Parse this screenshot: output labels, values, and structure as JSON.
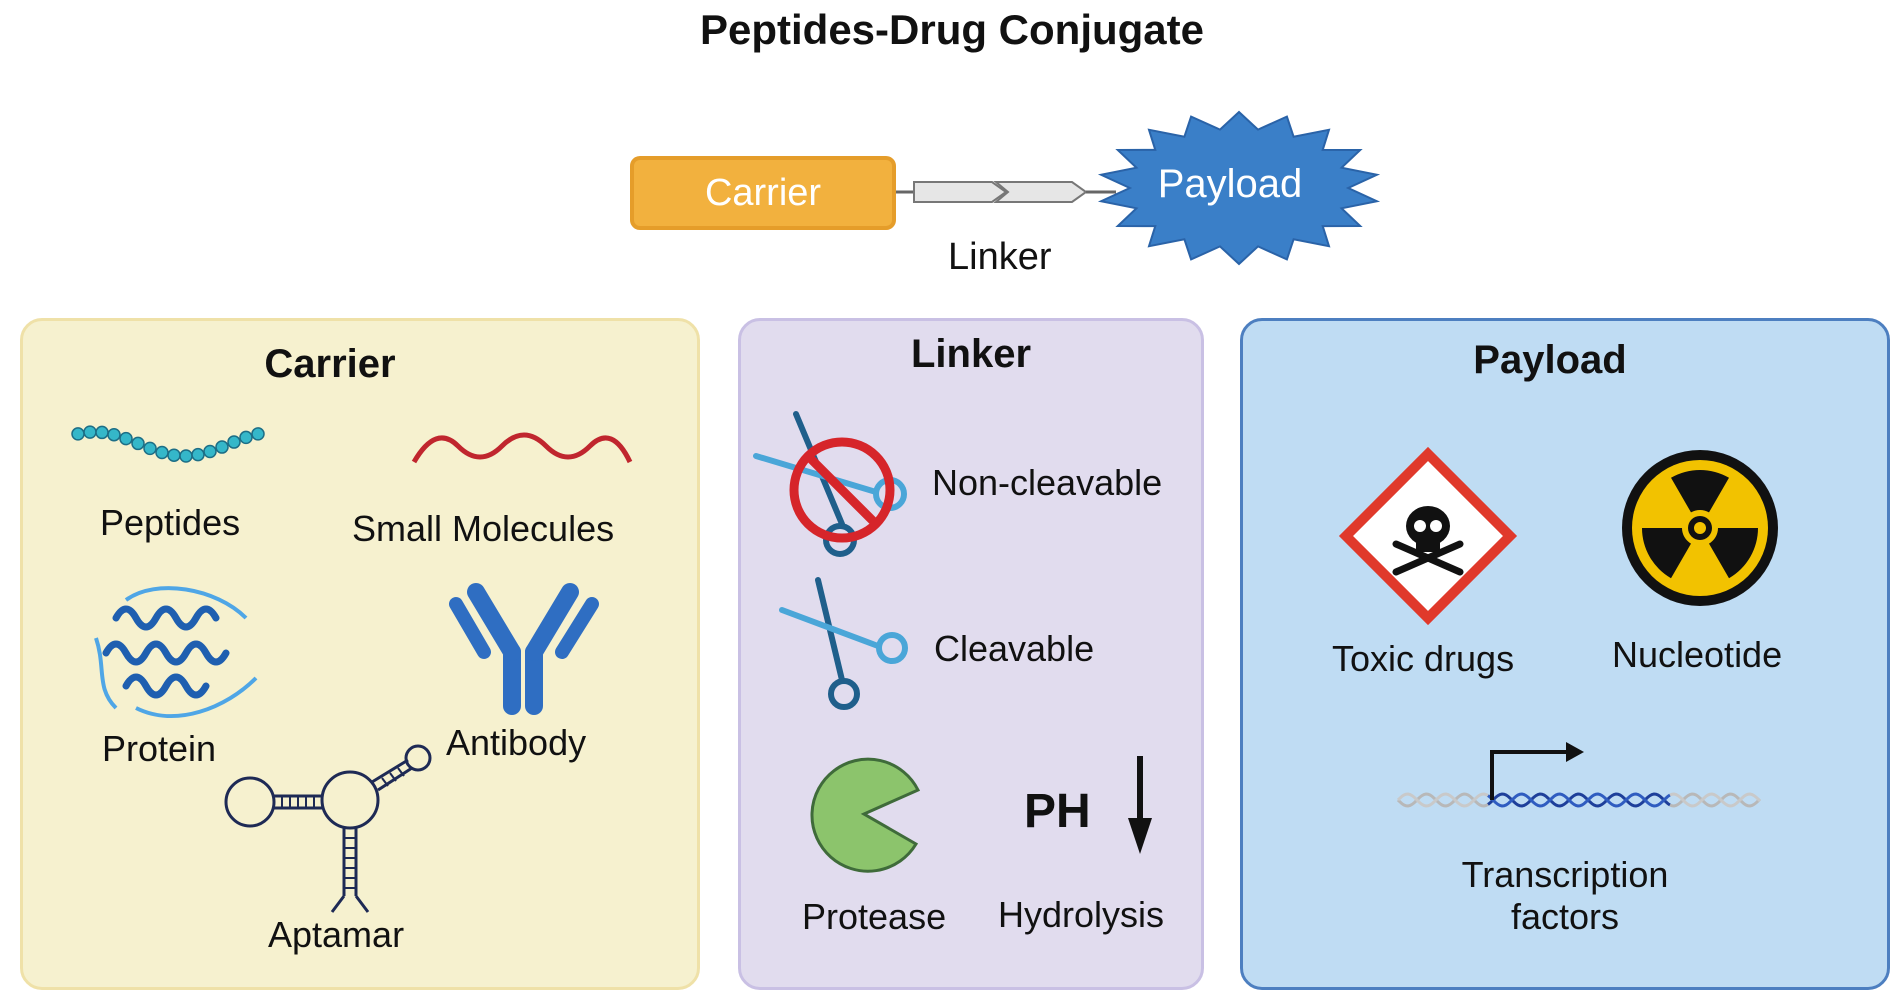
{
  "title": "Peptides-Drug Conjugate",
  "schema": {
    "carrier": "Carrier",
    "linker": "Linker",
    "payload": "Payload"
  },
  "panels": {
    "carrier": {
      "title": "Carrier",
      "items": [
        "Peptides",
        "Small Molecules",
        "Protein",
        "Antibody",
        "Aptamar"
      ]
    },
    "linker": {
      "title": "Linker",
      "items": [
        "Non-cleavable",
        "Cleavable",
        "PH",
        "Protease",
        "Hydrolysis"
      ]
    },
    "payload": {
      "title": "Payload",
      "items": [
        "Toxic drugs",
        "Nucleotide",
        "Transcription",
        "factors"
      ]
    }
  },
  "colors": {
    "carrier_fill": "#f2b13e",
    "payload_fill": "#3a7fc8",
    "carrier_panel": "#f6f1cf",
    "linker_panel": "#e1dcee",
    "payload_panel": "#bfdcf3",
    "hazard_red": "#e0392b",
    "radiation_yellow": "#f2c200"
  },
  "icons": [
    "peptide-chain-icon",
    "small-molecule-wave-icon",
    "protein-helix-icon",
    "antibody-icon",
    "aptamer-icon",
    "no-cut-scissors-icon",
    "scissors-icon",
    "protease-pacman-icon",
    "down-arrow-icon",
    "toxic-skull-icon",
    "radiation-icon",
    "dna-transcription-icon"
  ]
}
